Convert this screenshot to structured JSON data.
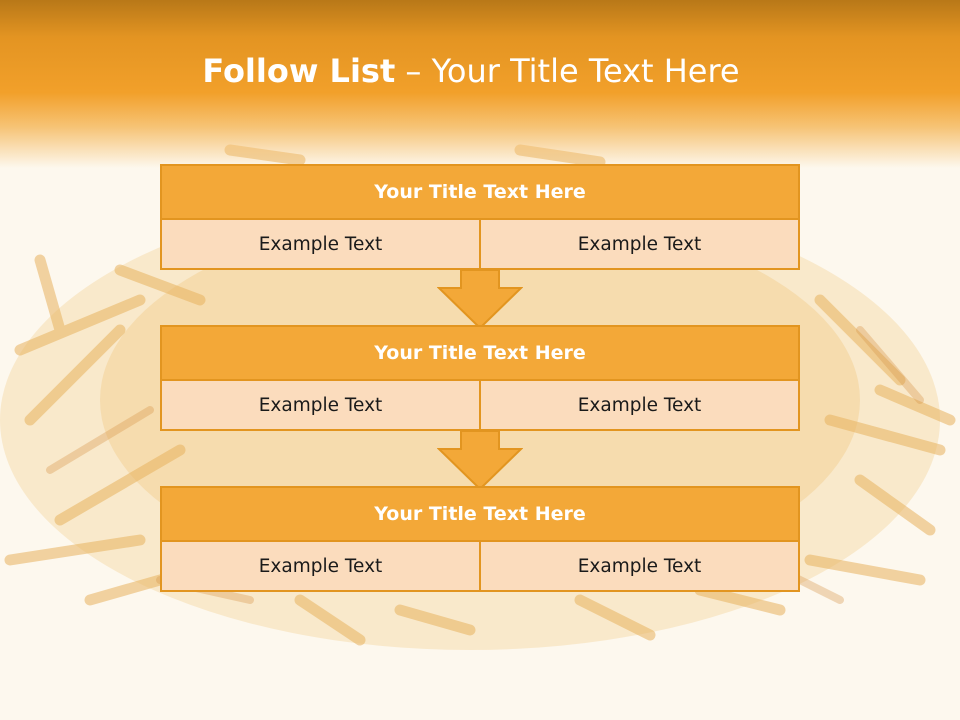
{
  "slide": {
    "title_bold": "Follow List",
    "title_rest": " – Your Title Text Here"
  },
  "blocks": [
    {
      "title": "Your Title Text Here",
      "left": "Example Text",
      "right": "Example Text"
    },
    {
      "title": "Your Title Text Here",
      "left": "Example Text",
      "right": "Example Text"
    },
    {
      "title": "Your Title Text Here",
      "left": "Example Text",
      "right": "Example Text"
    }
  ],
  "colors": {
    "header": "#f2a02a",
    "block_title": "#f3a838",
    "block_cell": "#fbdcbd",
    "border": "#e29520"
  }
}
